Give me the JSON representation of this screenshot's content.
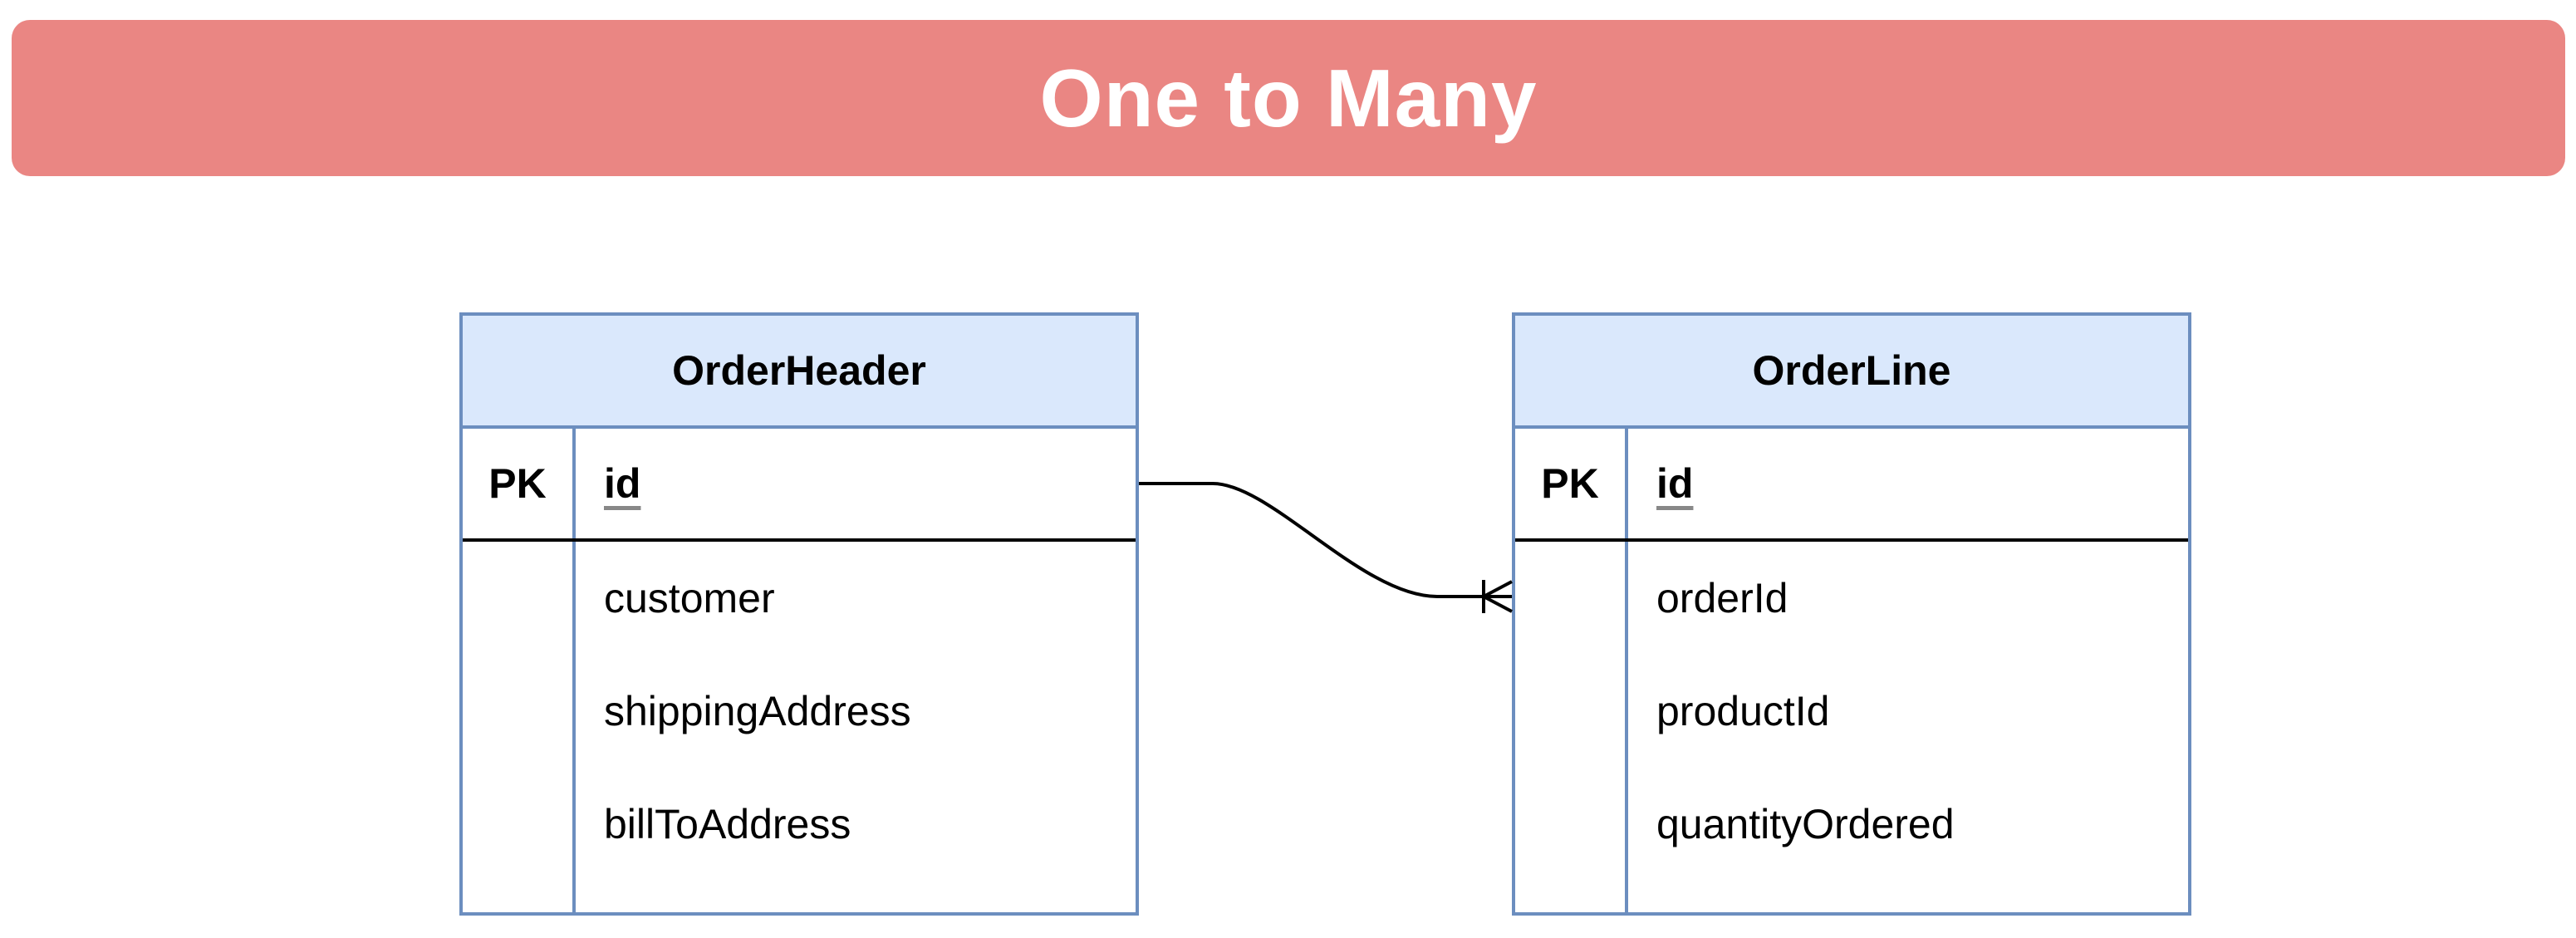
{
  "banner": {
    "title": "One to Many"
  },
  "entities": [
    {
      "name": "OrderHeader",
      "key_label": "PK",
      "key_field": "id",
      "fields": [
        "customer",
        "shippingAddress",
        "billToAddress"
      ]
    },
    {
      "name": "OrderLine",
      "key_label": "PK",
      "key_field": "id",
      "fields": [
        "orderId",
        "productId",
        "quantityOrdered"
      ]
    }
  ],
  "relationship": {
    "from": "OrderHeader.id",
    "to": "OrderLine.orderId",
    "cardinality": "one-to-many"
  },
  "colors": {
    "banner": "#ea8683",
    "entity_header": "#dae8fc",
    "entity_border": "#6c8ebf"
  }
}
